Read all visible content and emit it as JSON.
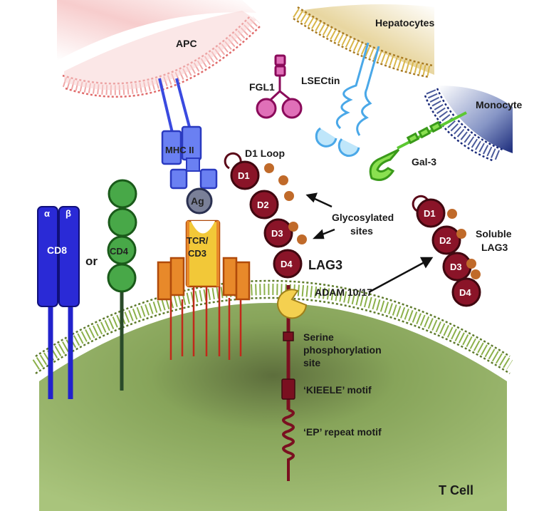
{
  "labels": {
    "apc": "APC",
    "hepatocytes": "Hepatocytes",
    "fgl1": "FGL1",
    "lsectin": "LSECtin",
    "monocyte": "Monocyte",
    "gal3": "Gal-3",
    "mhc2": "MHC II",
    "ag": "Ag",
    "d1_loop": "D1 Loop",
    "glycosylated_line1": "Glycosylated",
    "glycosylated_line2": "sites",
    "alpha": "α",
    "beta": "β",
    "cd8": "CD8",
    "or": "or",
    "cd4": "CD4",
    "tcr_line1": "TCR/",
    "tcr_line2": "CD3",
    "lag3": "LAG3",
    "d1": "D1",
    "d2": "D2",
    "d3": "D3",
    "d4": "D4",
    "soluble_line1": "Soluble",
    "soluble_line2": "LAG3",
    "adam": "ADAM 10/17",
    "serine_line1": "Serine",
    "serine_line2": "phosphorylation",
    "serine_line3": "site",
    "kieele": "‘KIEELE’ motif",
    "ep": "‘EP’ repeat motif",
    "tcell": "T Cell"
  },
  "colors": {
    "cd8": "#2222cc",
    "cd4": "#3a9a3a",
    "lag3": "#7a1020",
    "glycan": "#c06a2a",
    "mhc": "#4b63e8",
    "tcr": "#e8892a",
    "cd3": "#f2c838",
    "fgl1": "#b0187a",
    "lsectin": "#5ab8ee",
    "gal3": "#5cc832",
    "apc": "#f0a0a0",
    "hepatocyte": "#c89a30",
    "monocyte": "#1a2a7a",
    "tcell_fill": "#9ab86a",
    "membrane": "#7a9a40"
  }
}
